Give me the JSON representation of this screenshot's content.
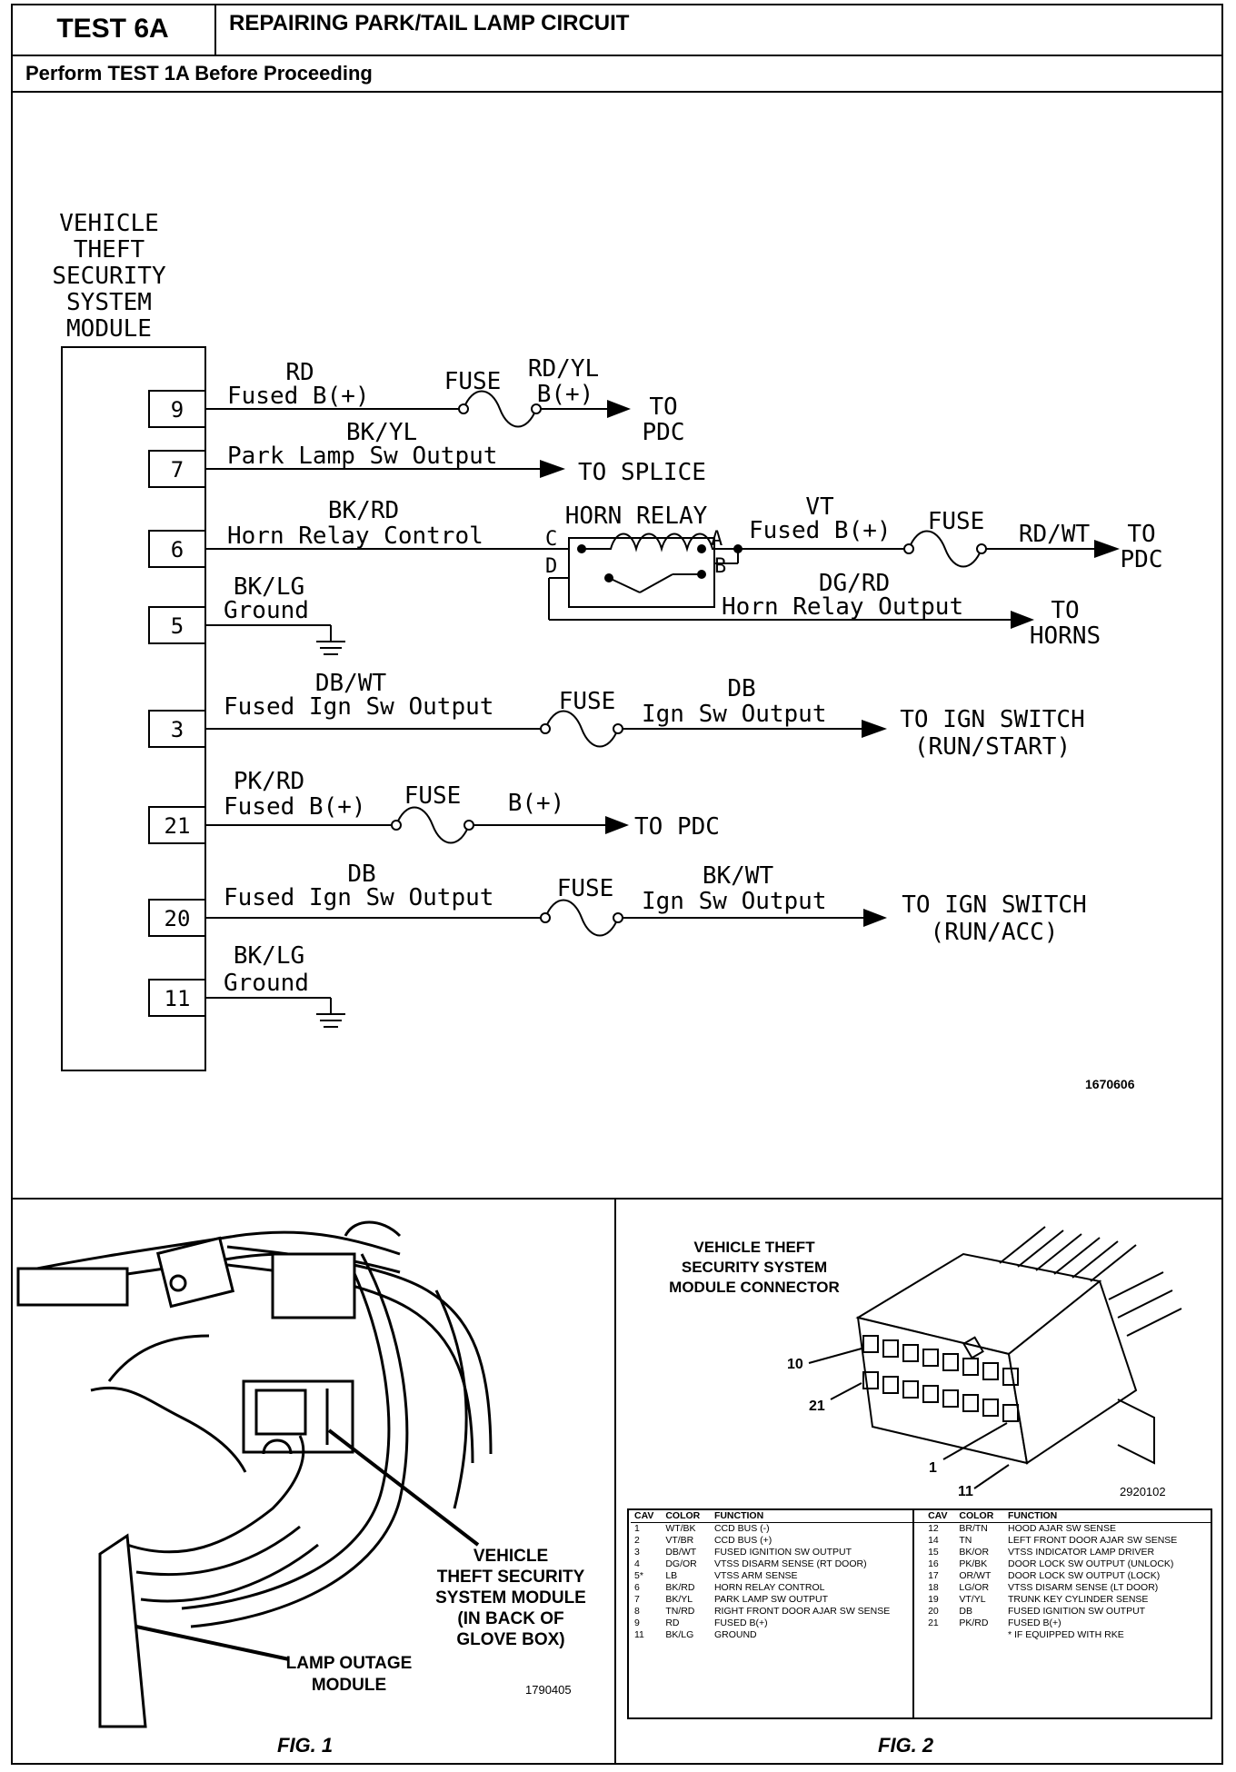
{
  "header": {
    "test_id": "TEST 6A",
    "title": "REPAIRING PARK/TAIL LAMP CIRCUIT",
    "subtitle": "Perform TEST 1A Before Proceeding"
  },
  "schematic": {
    "module_label": [
      "VEHICLE",
      "THEFT",
      "SECURITY",
      "SYSTEM",
      "MODULE"
    ],
    "figure_number": "1670606",
    "pins": [
      "9",
      "7",
      "6",
      "5",
      "3",
      "21",
      "20",
      "11"
    ],
    "circuits": {
      "pin9": {
        "wire": "RD",
        "name": "Fused B(+)",
        "fuse": "FUSE",
        "out_wire": "RD/YL",
        "out_name": "B(+)",
        "dest": [
          "TO",
          "PDC"
        ]
      },
      "pin7": {
        "wire": "BK/YL",
        "name": "Park Lamp Sw Output",
        "dest": "TO SPLICE"
      },
      "pin6": {
        "wire": "BK/RD",
        "name": "Horn Relay Control",
        "relay": "HORN RELAY",
        "term_c": "C",
        "term_a": "A",
        "term_d": "D",
        "term_b": "B",
        "out_wire": "VT",
        "out_name": "Fused B(+)",
        "fuse": "FUSE",
        "out_wire2": "RD/WT",
        "dest": [
          "TO",
          "PDC"
        ],
        "horn_wire": "DG/RD",
        "horn_name": "Horn Relay Output",
        "horn_dest": [
          "TO",
          "HORNS"
        ]
      },
      "pin5": {
        "wire": "BK/LG",
        "name": "Ground"
      },
      "pin3": {
        "wire": "DB/WT",
        "name": "Fused Ign Sw Output",
        "fuse": "FUSE",
        "out_wire": "DB",
        "out_name": "Ign Sw Output",
        "dest": [
          "TO IGN SWITCH",
          "(RUN/START)"
        ]
      },
      "pin21": {
        "wire": "PK/RD",
        "name": "Fused B(+)",
        "fuse": "FUSE",
        "out_name": "B(+)",
        "dest": "TO PDC"
      },
      "pin20": {
        "wire": "DB",
        "name": "Fused Ign Sw Output",
        "fuse": "FUSE",
        "out_wire": "BK/WT",
        "out_name": "Ign Sw Output",
        "dest": [
          "TO IGN SWITCH",
          "(RUN/ACC)"
        ]
      },
      "pin11": {
        "wire": "BK/LG",
        "name": "Ground"
      }
    }
  },
  "fig1": {
    "module_callout": [
      "VEHICLE",
      "THEFT SECURITY",
      "SYSTEM MODULE",
      "(IN BACK OF",
      "GLOVE BOX)"
    ],
    "lamp_callout": [
      "LAMP OUTAGE",
      "MODULE"
    ],
    "figure_number": "1790405",
    "caption": "FIG. 1"
  },
  "fig2": {
    "title": [
      "VEHICLE THEFT",
      "SECURITY SYSTEM",
      "MODULE CONNECTOR"
    ],
    "pin_callouts": [
      "10",
      "21",
      "1",
      "11"
    ],
    "figure_number": "2920102",
    "caption": "FIG. 2",
    "table_headers": [
      "CAV",
      "COLOR",
      "FUNCTION"
    ],
    "left_rows": [
      [
        "1",
        "WT/BK",
        "CCD BUS (-)"
      ],
      [
        "2",
        "VT/BR",
        "CCD BUS (+)"
      ],
      [
        "3",
        "DB/WT",
        "FUSED IGNITION SW OUTPUT"
      ],
      [
        "4",
        "DG/OR",
        "VTSS DISARM SENSE (RT DOOR)"
      ],
      [
        "5*",
        "LB",
        "VTSS ARM SENSE"
      ],
      [
        "6",
        "BK/RD",
        "HORN RELAY CONTROL"
      ],
      [
        "7",
        "BK/YL",
        "PARK LAMP SW OUTPUT"
      ],
      [
        "8",
        "TN/RD",
        "RIGHT FRONT DOOR AJAR SW SENSE"
      ],
      [
        "9",
        "RD",
        "FUSED B(+)"
      ],
      [
        "11",
        "BK/LG",
        "GROUND"
      ]
    ],
    "right_rows": [
      [
        "12",
        "BR/TN",
        "HOOD AJAR SW SENSE"
      ],
      [
        "14",
        "TN",
        "LEFT FRONT DOOR AJAR SW SENSE"
      ],
      [
        "15",
        "BK/OR",
        "VTSS INDICATOR LAMP DRIVER"
      ],
      [
        "16",
        "PK/BK",
        "DOOR LOCK SW OUTPUT (UNLOCK)"
      ],
      [
        "17",
        "OR/WT",
        "DOOR LOCK SW OUTPUT (LOCK)"
      ],
      [
        "18",
        "LG/OR",
        "VTSS DISARM SENSE (LT DOOR)"
      ],
      [
        "19",
        "VT/YL",
        "TRUNK KEY CYLINDER SENSE"
      ],
      [
        "20",
        "DB",
        "FUSED IGNITION SW OUTPUT"
      ],
      [
        "21",
        "PK/RD",
        "FUSED B(+)"
      ],
      [
        "",
        "",
        "* IF EQUIPPED WITH RKE"
      ]
    ]
  }
}
